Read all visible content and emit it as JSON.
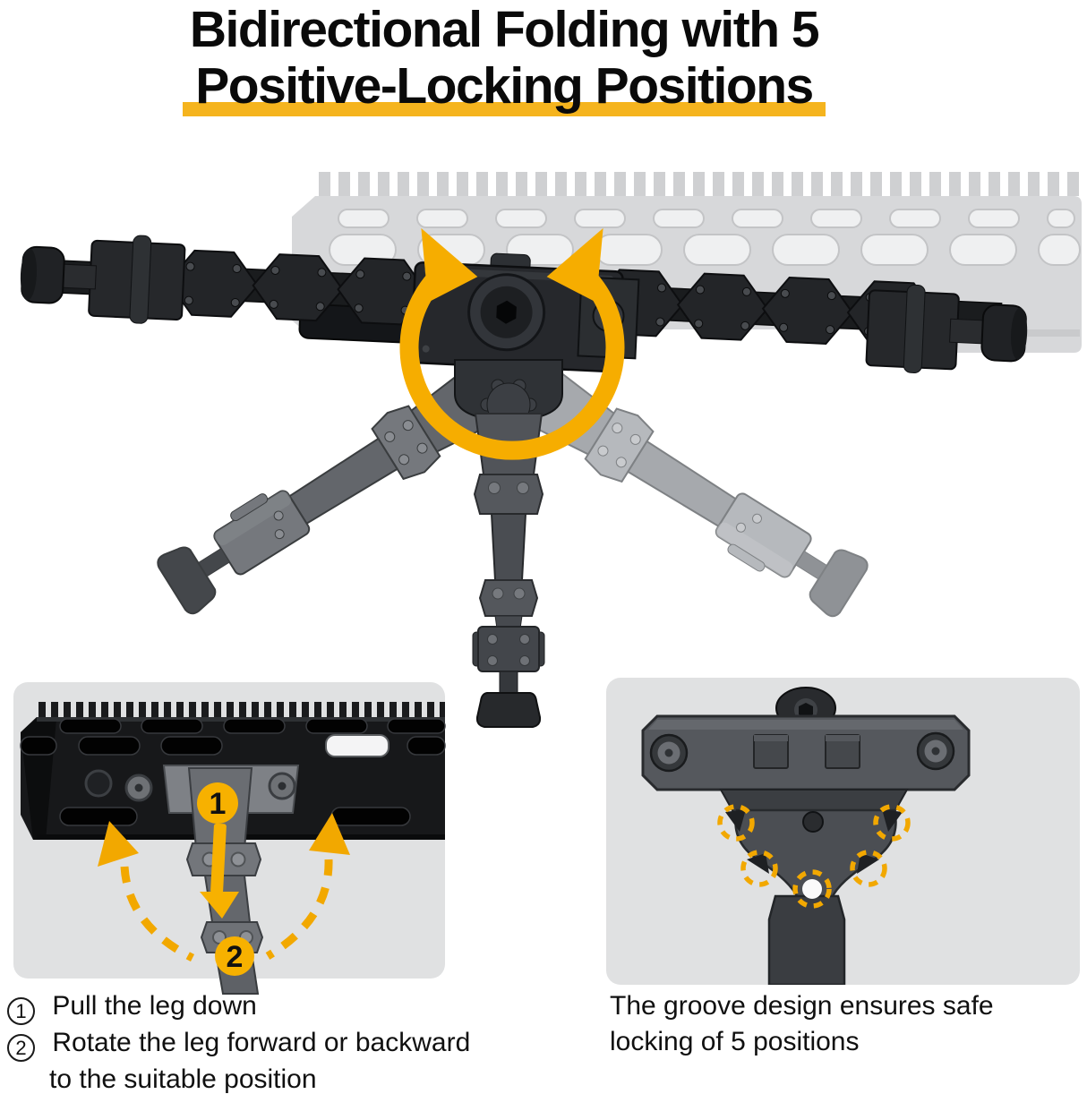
{
  "title": {
    "line1": "Bidirectional Folding with 5",
    "line2": "Positive-Locking Positions"
  },
  "colors": {
    "accent_yellow": "#F6AD00",
    "underline_yellow": "#F5B41E",
    "badge_yellow": "#F7B100",
    "dashed_yellow": "#F2A800",
    "panel_gray": "#E0E1E2",
    "handguard_ghost_gray": "#D7D8DA",
    "metal_dark": "#1E2023",
    "ghost_leg_left": "#63666B",
    "ghost_leg_right": "#A6A9AD"
  },
  "icons": {
    "main": [
      "bidirectional-rotation-arc-icon",
      "arrowhead-up-left-icon",
      "arrowhead-up-right-icon"
    ],
    "left_inset": [
      "step-1-badge-icon",
      "pull-down-arrow-icon",
      "step-2-badge-icon",
      "dashed-rotate-back-arrow-icon",
      "dashed-rotate-forward-arrow-icon"
    ],
    "right_inset": [
      "groove-position-circle-icon",
      "groove-position-circle-icon",
      "groove-position-circle-icon",
      "groove-position-circle-icon",
      "groove-position-circle-icon"
    ]
  },
  "captions": {
    "steps": [
      {
        "number": "1",
        "lines": [
          "Pull the leg down"
        ]
      },
      {
        "number": "2",
        "lines": [
          "Rotate the leg forward or backward",
          "to the suitable position"
        ]
      }
    ],
    "right_note": {
      "lines": [
        "The groove design ensures safe",
        "locking of 5 positions"
      ]
    }
  }
}
